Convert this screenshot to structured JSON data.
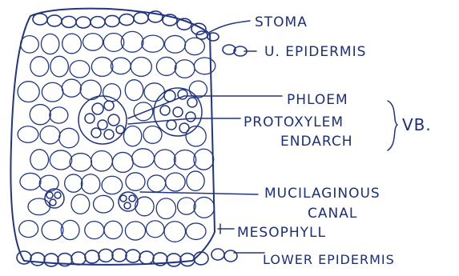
{
  "diagram": {
    "labels": {
      "stoma": "STOMA",
      "upper_epidermis": "U. EPIDERMIS",
      "phloem": "PHLOEM",
      "protoxylem": "PROTOXYLEM",
      "endarch": "ENDARCH",
      "vascular_bundle": "VB.",
      "mucilaginous": "MUCILAGINOUS",
      "canal": "CANAL",
      "mesophyll": "MESOPHYLL",
      "lower_epidermis": "LOWER EPIDERMIS"
    },
    "ink_color": "#22357f"
  }
}
